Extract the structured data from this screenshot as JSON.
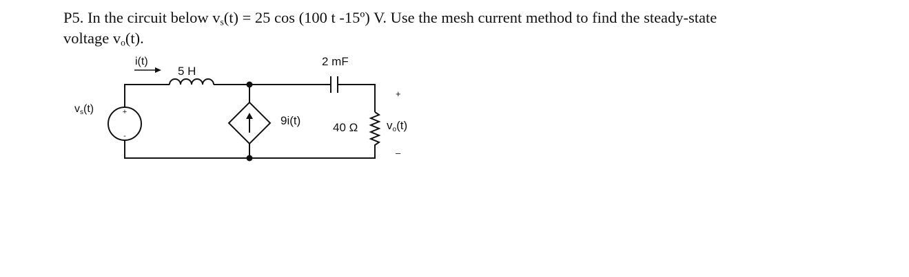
{
  "problem": {
    "line1_a": "P5. In the circuit below v",
    "line1_sub": "s",
    "line1_b": "(t) = 25 cos (100 t -15º) V.  Use the mesh current method to find the steady-state",
    "line2_a": "voltage v",
    "line2_sub": "o",
    "line2_b": "(t)."
  },
  "circuit": {
    "source_label": "v",
    "source_label_sub": "s",
    "source_label_tail": "(t)",
    "source_plus": "+",
    "source_minus": "-",
    "current_label": "i(t)",
    "inductor_label": "5 H",
    "capacitor_label": "2 mF",
    "dependent_source_label": "9i(t)",
    "resistor_label": "40 Ω",
    "output_label": "v",
    "output_label_sub": "o",
    "output_label_tail": "(t)",
    "output_plus": "+",
    "output_minus": "–"
  }
}
